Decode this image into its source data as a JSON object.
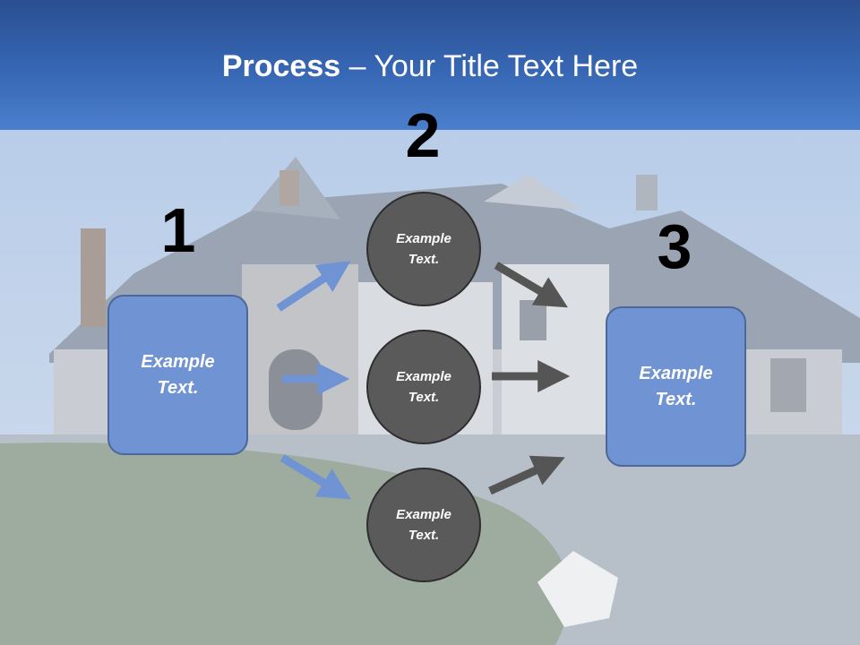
{
  "slide": {
    "title_bold": "Process",
    "title_rest": " – Your Title Text Here"
  },
  "steps": {
    "one": {
      "number": "1",
      "text": "Example\nText."
    },
    "two": {
      "number": "2"
    },
    "three": {
      "number": "3",
      "text": "Example\nText."
    }
  },
  "circles": [
    {
      "text": "Example\nText."
    },
    {
      "text": "Example\nText."
    },
    {
      "text": "Example\nText."
    }
  ],
  "colors": {
    "header": "#3767b4",
    "box_fill": "#6f93d3",
    "circle_fill": "#5a5a5a",
    "left_arrows": "#6f93d3",
    "right_arrows": "#555555"
  }
}
